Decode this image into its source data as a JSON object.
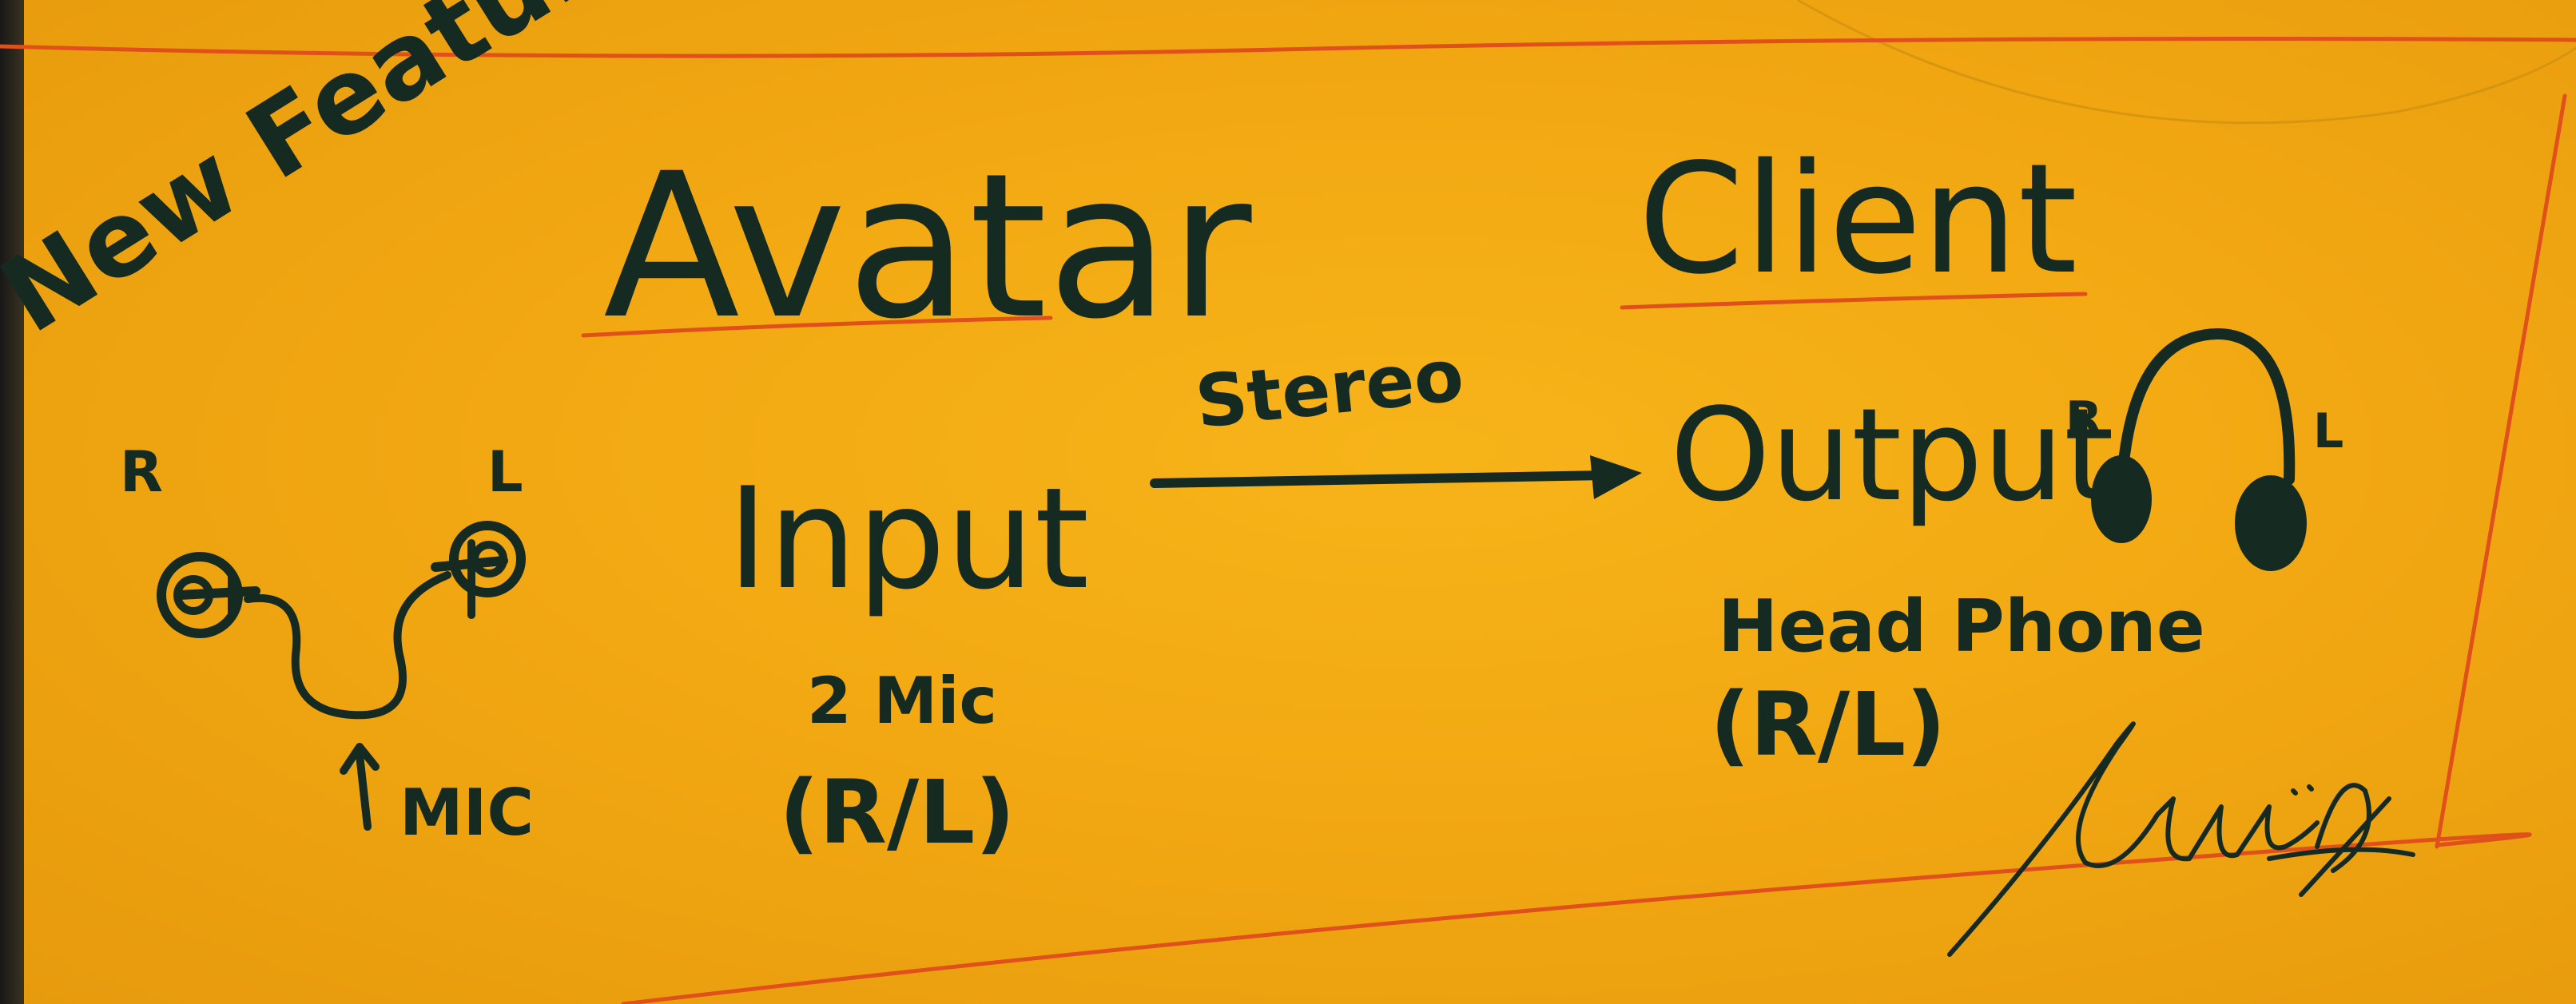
{
  "note": {
    "corner_text": "New Feature",
    "left_title": "Avatar",
    "right_title": "Client",
    "input_label": "Input",
    "input_detail_line1": "2 Mic",
    "input_detail_line2": "(R/L)",
    "mic_right_label": "R",
    "mic_left_label": "L",
    "mic_label": "MIC",
    "arrow_label": "Stereo",
    "output_label": "Output",
    "headphone_right_label": "R",
    "headphone_left_label": "L",
    "output_detail_line1": "Head Phone",
    "output_detail_line2": "(R/L)",
    "signature": "signature"
  },
  "colors": {
    "board": "#f2a812",
    "ink": "#152a20",
    "border_lines": "#e0501a"
  }
}
